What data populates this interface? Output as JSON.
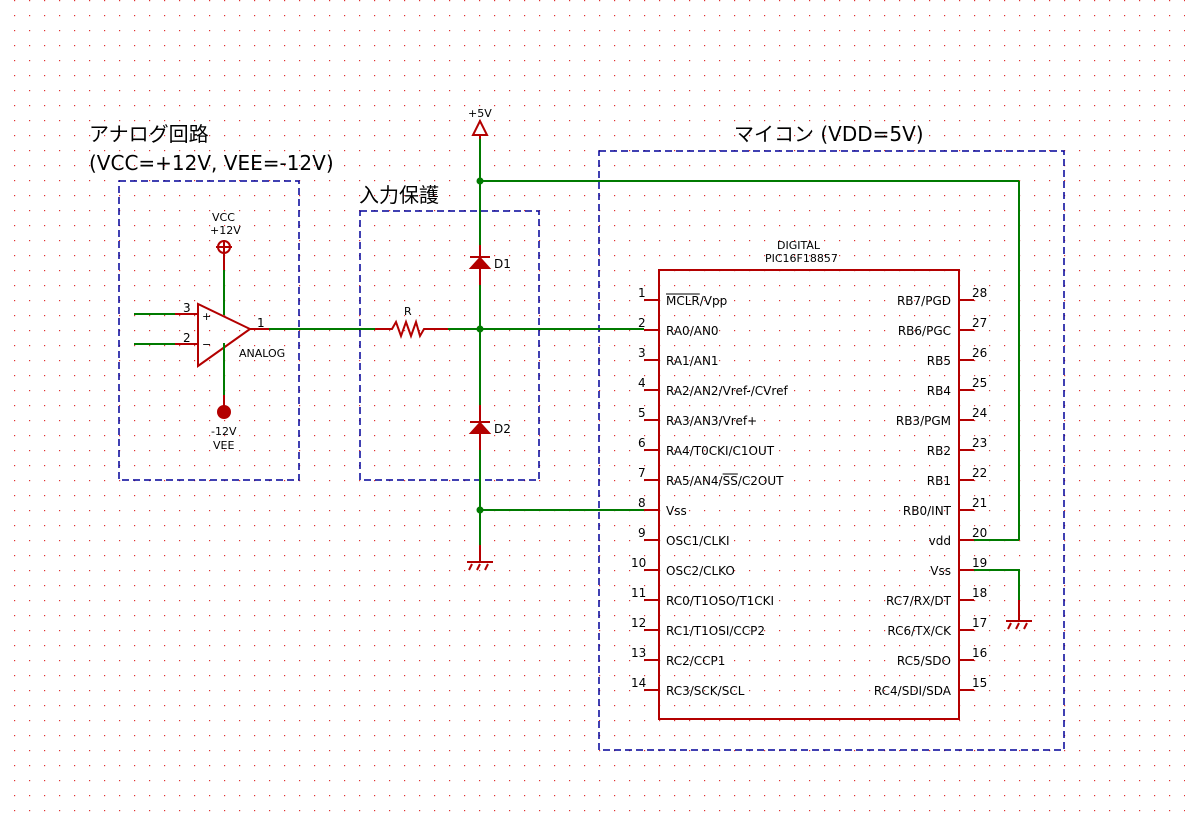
{
  "blocks": {
    "analog": {
      "title_line1": "アナログ回路",
      "title_line2": "(VCC=+12V, VEE=-12V)"
    },
    "protection": {
      "title": "入力保護"
    },
    "mcu": {
      "title": "マイコン (VDD=5V)"
    }
  },
  "opamp": {
    "name": "ANALOG",
    "pin_plus": "3",
    "pin_minus": "2",
    "pin_out": "1",
    "plus_sign": "+",
    "minus_sign": "−",
    "vcc_name": "VCC",
    "vcc_value": "+12V",
    "vee_value": "-12V",
    "vee_name": "VEE"
  },
  "power": {
    "vdd_label": "+5V"
  },
  "components": {
    "resistor": "R",
    "diode1": "D1",
    "diode2": "D2"
  },
  "ic": {
    "name": "DIGITAL",
    "part": "PIC16F18857",
    "left_pins": [
      {
        "num": "1",
        "name": "MCLR/Vpp",
        "overbar": "MCLR"
      },
      {
        "num": "2",
        "name": "RA0/AN0"
      },
      {
        "num": "3",
        "name": "RA1/AN1"
      },
      {
        "num": "4",
        "name": "RA2/AN2/Vref-/CVref"
      },
      {
        "num": "5",
        "name": "RA3/AN3/Vref+"
      },
      {
        "num": "6",
        "name": "RA4/T0CKI/C1OUT"
      },
      {
        "num": "7",
        "name": "RA5/AN4/SS/C2OUT",
        "overbar": "SS"
      },
      {
        "num": "8",
        "name": "Vss"
      },
      {
        "num": "9",
        "name": "OSC1/CLKI"
      },
      {
        "num": "10",
        "name": "OSC2/CLKO"
      },
      {
        "num": "11",
        "name": "RC0/T1OSO/T1CKI"
      },
      {
        "num": "12",
        "name": "RC1/T1OSI/CCP2"
      },
      {
        "num": "13",
        "name": "RC2/CCP1"
      },
      {
        "num": "14",
        "name": "RC3/SCK/SCL"
      }
    ],
    "right_pins": [
      {
        "num": "28",
        "name": "RB7/PGD"
      },
      {
        "num": "27",
        "name": "RB6/PGC"
      },
      {
        "num": "26",
        "name": "RB5"
      },
      {
        "num": "25",
        "name": "RB4"
      },
      {
        "num": "24",
        "name": "RB3/PGM"
      },
      {
        "num": "23",
        "name": "RB2"
      },
      {
        "num": "22",
        "name": "RB1"
      },
      {
        "num": "21",
        "name": "RB0/INT"
      },
      {
        "num": "20",
        "name": "vdd"
      },
      {
        "num": "19",
        "name": "Vss"
      },
      {
        "num": "18",
        "name": "RC7/RX/DT"
      },
      {
        "num": "17",
        "name": "RC6/TX/CK"
      },
      {
        "num": "16",
        "name": "RC5/SDO"
      },
      {
        "num": "15",
        "name": "RC4/SDI/SDA"
      }
    ]
  },
  "colors": {
    "wire": "#007a00",
    "component": "#b30000",
    "box": "#000099",
    "grid": "#e03030"
  }
}
